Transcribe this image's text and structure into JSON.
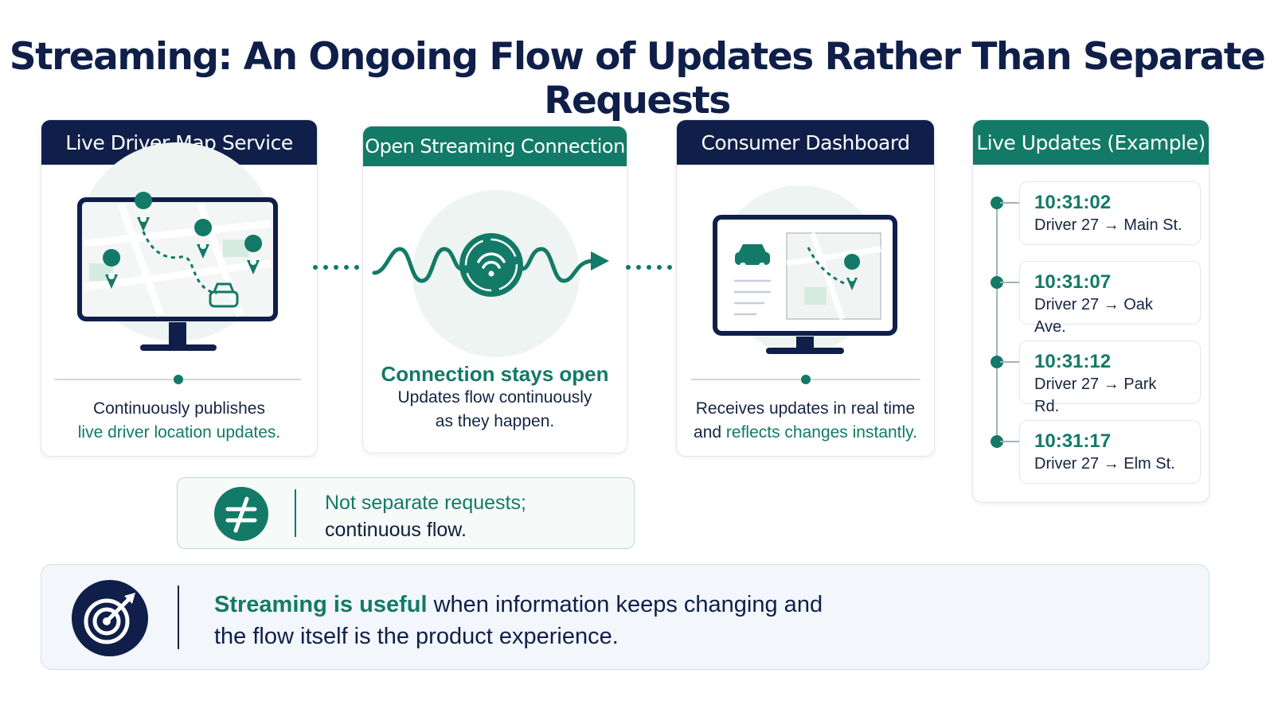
{
  "title": "Streaming: An Ongoing Flow of Updates Rather Than Separate Requests",
  "panels": {
    "service": {
      "header": "Live Driver Map Service",
      "caption_line1": "Continuously publishes",
      "caption_line2": "live driver location updates."
    },
    "connection": {
      "header": "Open Streaming Connection",
      "caption_heading": "Connection stays open",
      "caption_line1": "Updates flow continuously",
      "caption_line2": "as they happen."
    },
    "dashboard": {
      "header": "Consumer Dashboard",
      "caption_line1": "Receives updates in real time",
      "caption_prefix": "and ",
      "caption_highlight": "reflects changes instantly."
    },
    "updates": {
      "header": "Live Updates (Example)",
      "items": [
        {
          "time": "10:31:02",
          "text": "Driver 27 → Main St."
        },
        {
          "time": "10:31:07",
          "text": "Driver 27 → Oak Ave."
        },
        {
          "time": "10:31:12",
          "text": "Driver 27 → Park Rd."
        },
        {
          "time": "10:31:17",
          "text": "Driver 27 → Elm St."
        }
      ]
    }
  },
  "note": {
    "line1": "Not separate requests;",
    "line2": "continuous flow."
  },
  "takeaway": {
    "highlight": "Streaming is useful",
    "rest_line1": " when information keeps changing and",
    "line2": "the flow itself is the product experience."
  },
  "colors": {
    "navy": "#0f1f4a",
    "teal": "#127a66",
    "light_teal": "#eef4f1"
  },
  "icons": [
    "monitor-map-icon",
    "wifi-sync-icon",
    "dashboard-monitor-icon",
    "not-equal-icon",
    "target-arrow-icon"
  ]
}
